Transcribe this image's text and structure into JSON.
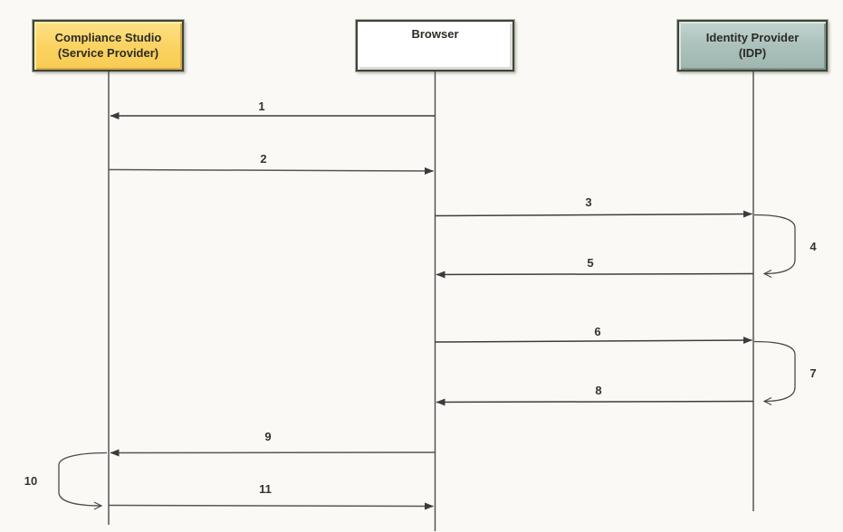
{
  "diagram": {
    "type": "sequence-diagram",
    "background": "#fbf9f5",
    "line_color": "#3e3e3e",
    "actors": [
      {
        "id": "service-provider",
        "label": "Compliance Studio\n(Service Provider)",
        "fill": "#fbd260",
        "border": "#3f4437"
      },
      {
        "id": "browser",
        "label": "Browser",
        "fill": "#ffffff",
        "border": "#3f4437"
      },
      {
        "id": "idp",
        "label": "Identity Provider\n(IDP)",
        "fill": "#abc1bb",
        "border": "#3f4437"
      }
    ],
    "messages": [
      {
        "label": "1",
        "from": "browser",
        "to": "service-provider",
        "arrow": "solid"
      },
      {
        "label": "2",
        "from": "service-provider",
        "to": "browser",
        "arrow": "solid"
      },
      {
        "label": "3",
        "from": "browser",
        "to": "idp",
        "arrow": "solid"
      },
      {
        "label": "4",
        "from": "idp",
        "to": "idp",
        "arrow": "self-loop-open"
      },
      {
        "label": "5",
        "from": "idp",
        "to": "browser",
        "arrow": "solid"
      },
      {
        "label": "6",
        "from": "browser",
        "to": "idp",
        "arrow": "solid"
      },
      {
        "label": "7",
        "from": "idp",
        "to": "idp",
        "arrow": "self-loop-open"
      },
      {
        "label": "8",
        "from": "idp",
        "to": "browser",
        "arrow": "solid"
      },
      {
        "label": "9",
        "from": "browser",
        "to": "service-provider",
        "arrow": "solid"
      },
      {
        "label": "10",
        "from": "service-provider",
        "to": "service-provider",
        "arrow": "self-loop-open"
      },
      {
        "label": "11",
        "from": "service-provider",
        "to": "browser",
        "arrow": "solid"
      }
    ]
  }
}
